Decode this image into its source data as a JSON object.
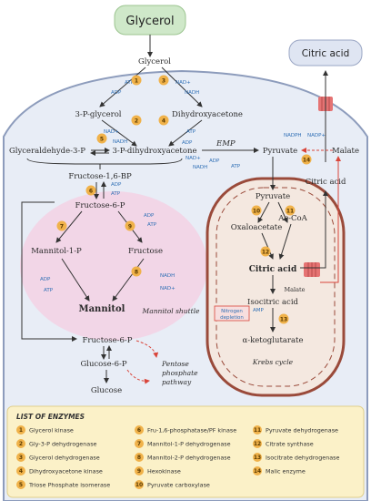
{
  "top": {
    "glycerol_box": "Glycerol",
    "citric_box": "Citric acid"
  },
  "metabolites": {
    "glycerol": "Glycerol",
    "gly3p": "3-P-glycerol",
    "dha": "Dihydroxyacetone",
    "ga3p": "Glyceraldehyde-3-P",
    "dhap": "3-P-dihydroxyacetone",
    "pyruvate": "Pyruvate",
    "malate": "Malate",
    "f16bp": "Fructose-1,6-BP",
    "f6p": "Fructose-6-P",
    "mannitol1p": "Mannitol-1-P",
    "fructose": "Fructose",
    "mannitol": "Mannitol",
    "f6p2": "Fructose-6-P",
    "g6p": "Glucose-6-P",
    "glucose": "Glucose",
    "pyr_mito": "Pyruvate",
    "oaa": "Oxaloacetate",
    "acoa": "Ac-CoA",
    "citric_mito": "Citric acid",
    "citric_out": "Citric acid",
    "isocitric": "Isocitric acid",
    "akg": "α-ketoglutarate",
    "malate_mito": "Malate"
  },
  "labels": {
    "emp": "EMP",
    "mannitol_shuttle": "Mannitol shuttle",
    "krebs": "Krebs cycle",
    "ppp": "Pentose phosphate pathway",
    "ppp_line1": "Pentose",
    "ppp_line2": "phosphate",
    "ppp_line3": "pathway",
    "nitrogen_line1": "Nitrogen",
    "nitrogen_line2": "depletion"
  },
  "cofactors": {
    "atp": "ATP",
    "adp": "ADP",
    "nad": "NAD+",
    "nadh": "NADH",
    "nadph": "NADPH",
    "nadp": "NADP+",
    "amp": "AMP"
  },
  "step_numbers": [
    "1",
    "2",
    "3",
    "4",
    "5",
    "6",
    "7",
    "8",
    "9",
    "10",
    "11",
    "12",
    "13",
    "14"
  ],
  "enzymes": {
    "title": "LIST OF ENZYMES",
    "items": [
      {
        "n": "1",
        "name": "Glycerol kinase"
      },
      {
        "n": "2",
        "name": "Gly-3-P dehydrogenase"
      },
      {
        "n": "3",
        "name": "Glycerol dehydrogenase"
      },
      {
        "n": "4",
        "name": "Dihydroxyacetone kinase"
      },
      {
        "n": "5",
        "name": "Triose Phosphate isomerase"
      },
      {
        "n": "6",
        "name": "Fru-1,6-phosphatase/PF kinase"
      },
      {
        "n": "7",
        "name": "Mannitol-1-P dehydrogenase"
      },
      {
        "n": "8",
        "name": "Mannitol-2-P dehydrogenase"
      },
      {
        "n": "9",
        "name": "Hexokinase"
      },
      {
        "n": "10",
        "name": "Pyruvate carboxylase"
      },
      {
        "n": "11",
        "name": "Pyruvate dehydrogenase"
      },
      {
        "n": "12",
        "name": "Citrate synthase"
      },
      {
        "n": "13",
        "name": "Isocitrate dehydrogenase"
      },
      {
        "n": "14",
        "name": "Malic enzyme"
      }
    ]
  },
  "colors": {
    "glycerol_box": "#cfe8c9",
    "citric_box": "#dfe5f2",
    "cell": "#e8edf6",
    "cell_border": "#8d9cbc",
    "shuttle": "#f3d3e6",
    "mito_outer": "#f4e8e0",
    "mito_border": "#9a4a3a",
    "badge": "#f0b24a",
    "enzyme_panel": "#fbf1c8",
    "transporter": "#e57373",
    "dashed_red": "#d9453a"
  }
}
